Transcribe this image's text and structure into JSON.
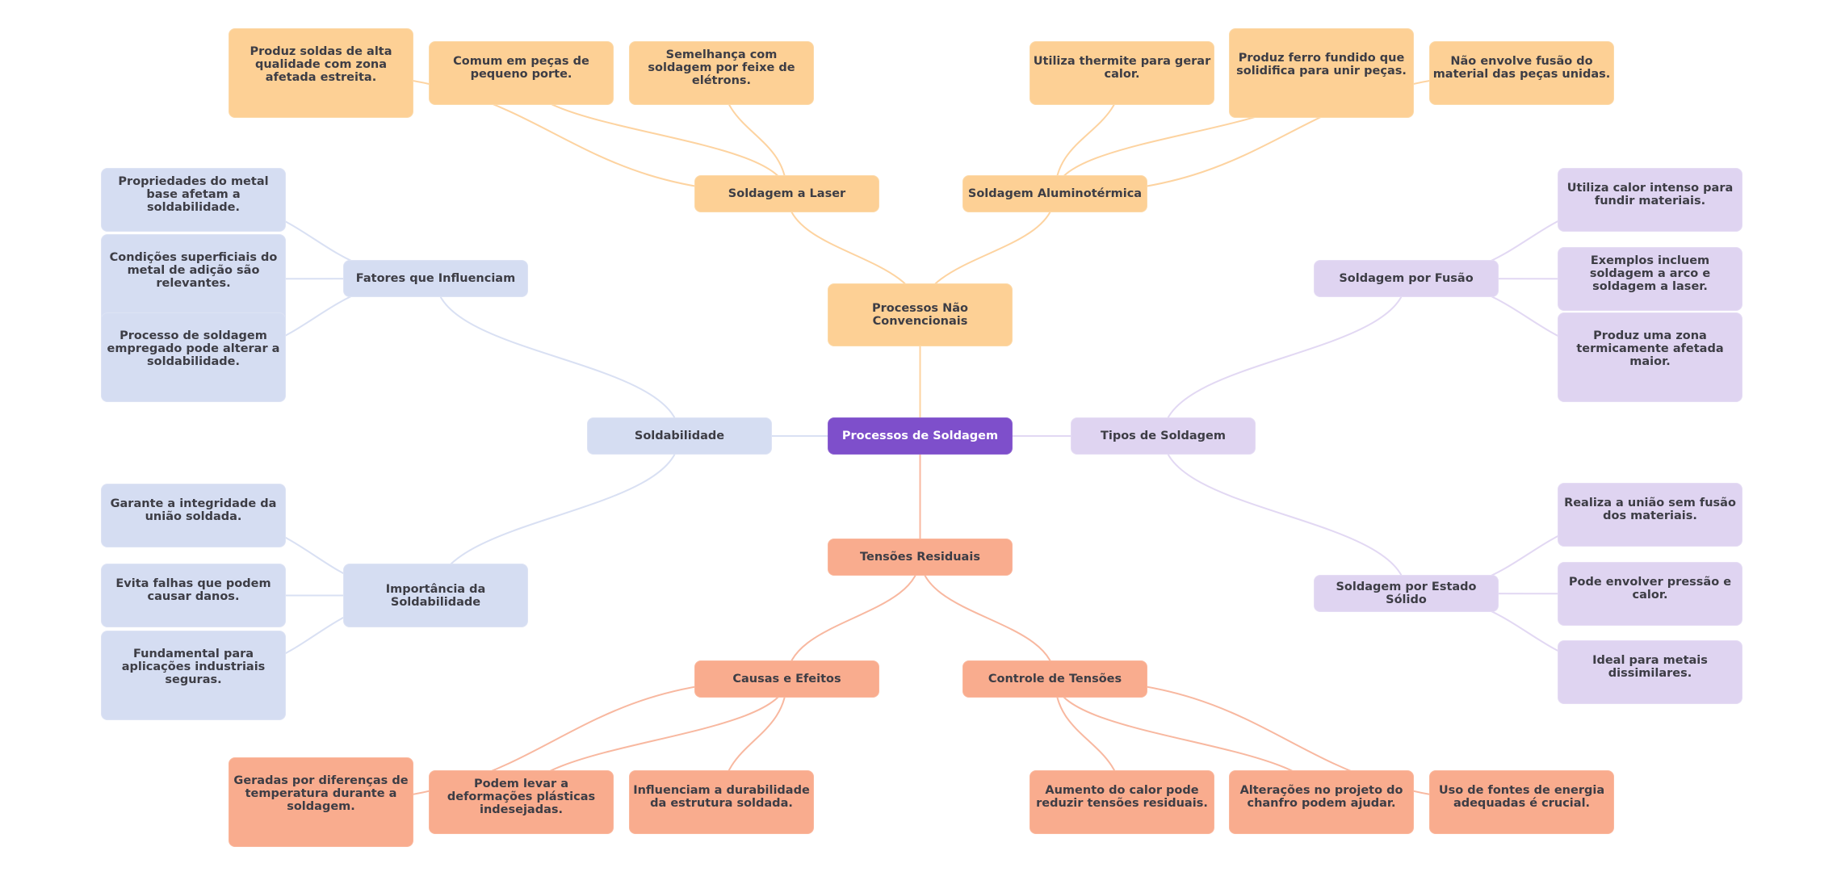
{
  "title": "Processos de Soldagem",
  "colors": {
    "root": "#7e4fcb",
    "nao_convencionais": "#fdd095",
    "tensoes": "#f9ac8e",
    "soldabilidade": "#d5ddf2",
    "tipos": "#dfd4f1",
    "text": "#3d3d45",
    "root_text": "#ffffff",
    "edge_orange": "#fdd3a0",
    "edge_salmon": "#f8b8a0",
    "edge_blue": "#d9e0f3",
    "edge_lav": "#e2d8f3"
  },
  "root": {
    "label": "Processos de Soldagem"
  },
  "branches": {
    "nao_convencionais": {
      "label": "Processos Não Convencionais",
      "children": {
        "laser": {
          "label": "Soldagem a Laser",
          "leaves": [
            "Produz soldas de alta qualidade com zona afetada estreita.",
            "Comum em peças de pequeno porte.",
            "Semelhança com soldagem por feixe de elétrons."
          ]
        },
        "aluminotermica": {
          "label": "Soldagem Aluminotérmica",
          "leaves": [
            "Utiliza thermite para gerar calor.",
            "Produz ferro fundido que solidifica para unir peças.",
            "Não envolve fusão do material das peças unidas."
          ]
        }
      }
    },
    "soldabilidade": {
      "label": "Soldabilidade",
      "children": {
        "fatores": {
          "label": "Fatores que Influenciam",
          "leaves": [
            "Propriedades do metal base afetam a soldabilidade.",
            "Condições superficiais do metal de adição são relevantes.",
            "Processo de soldagem empregado pode alterar a soldabilidade."
          ]
        },
        "importancia": {
          "label": "Importância da Soldabilidade",
          "leaves": [
            "Garante a integridade da união soldada.",
            "Evita falhas que podem causar danos.",
            "Fundamental para aplicações industriais seguras."
          ]
        }
      }
    },
    "tipos": {
      "label": "Tipos de Soldagem",
      "children": {
        "fusao": {
          "label": "Soldagem por Fusão",
          "leaves": [
            "Utiliza calor intenso para fundir materiais.",
            "Exemplos incluem soldagem a arco e soldagem a laser.",
            "Produz uma zona termicamente afetada maior."
          ]
        },
        "estado_solido": {
          "label": "Soldagem por Estado Sólido",
          "leaves": [
            "Realiza a união sem fusão dos materiais.",
            "Pode envolver pressão e calor.",
            "Ideal para metais dissimilares."
          ]
        }
      }
    },
    "tensoes": {
      "label": "Tensões Residuais",
      "children": {
        "causas": {
          "label": "Causas e Efeitos",
          "leaves": [
            "Geradas por diferenças de temperatura durante a soldagem.",
            "Podem levar a deformações plásticas indesejadas.",
            "Influenciam a durabilidade da estrutura soldada."
          ]
        },
        "controle": {
          "label": "Controle de Tensões",
          "leaves": [
            "Aumento do calor pode reduzir tensões residuais.",
            "Alterações no projeto do chanfro podem ajudar.",
            "Uso de fontes de energia adequadas é crucial."
          ]
        }
      }
    }
  }
}
